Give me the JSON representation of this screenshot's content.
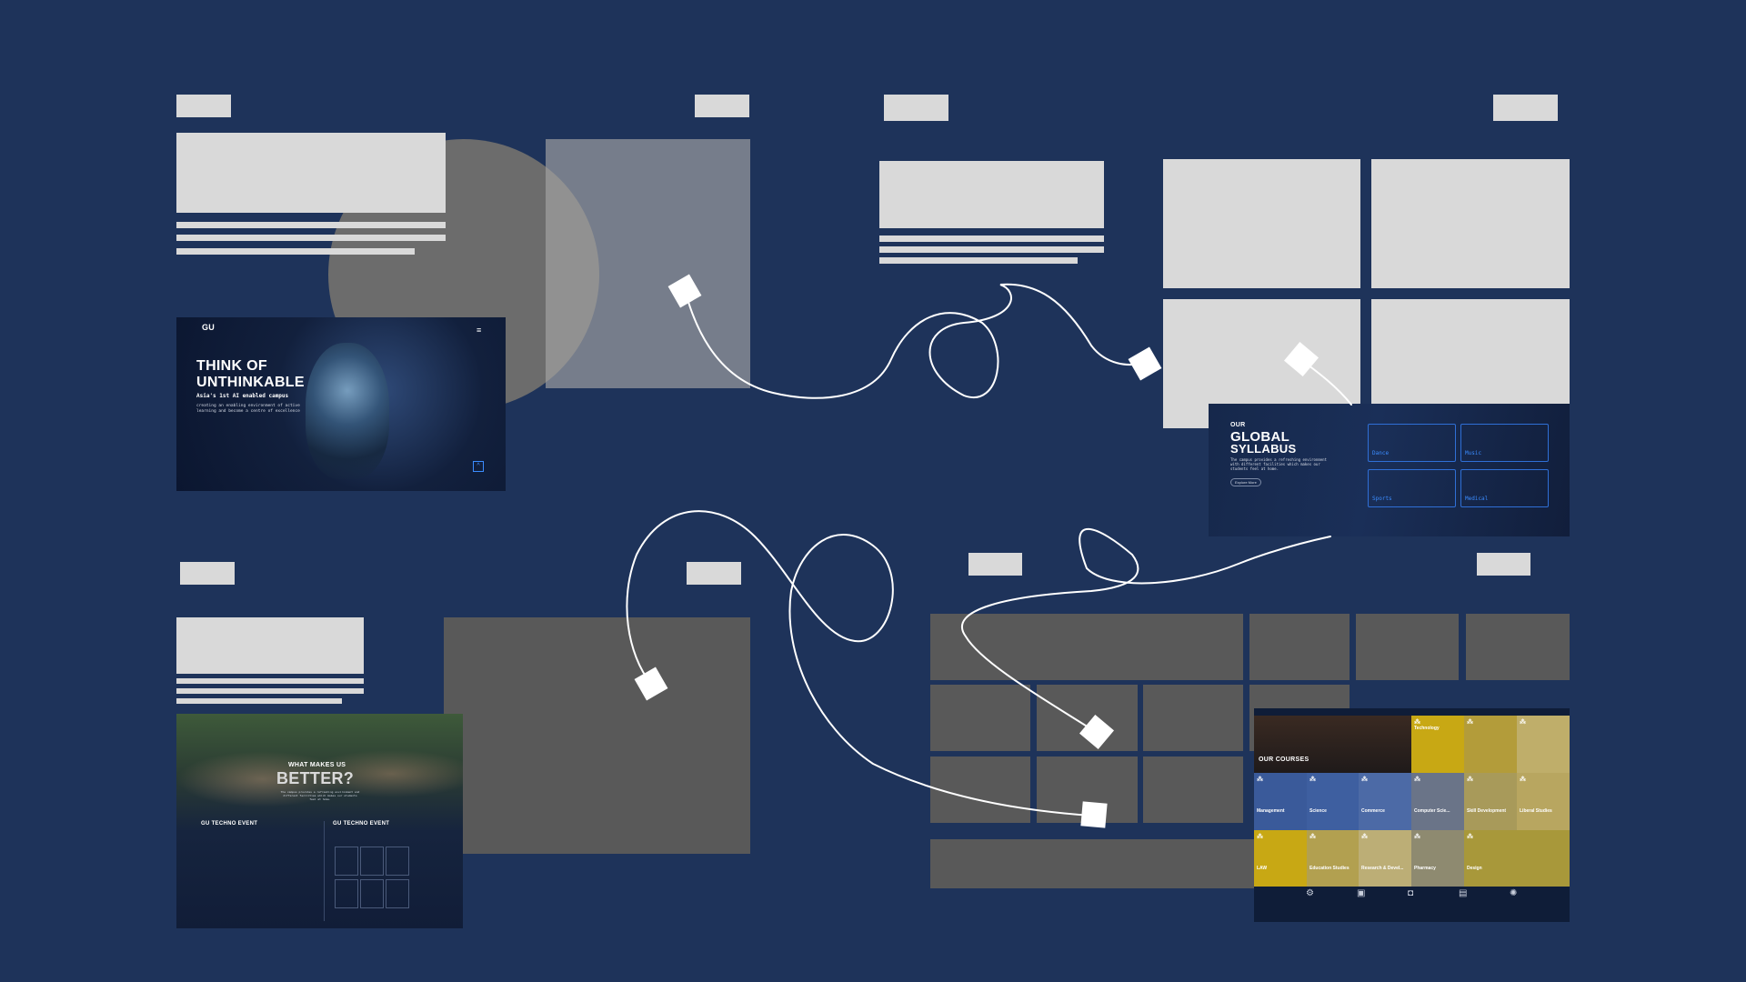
{
  "shot1": {
    "logo": "GU",
    "menu_icon": "menu-icon",
    "headline_line1": "THINK OF",
    "headline_line2": "UNTHINKABLE",
    "tagline": "Asia's 1st AI enabled campus",
    "desc_line1": "creating an enabling environment of active",
    "desc_line2": "learning and become a centre of excellence"
  },
  "shot2": {
    "kicker": "OUR",
    "title_line1": "GLOBAL",
    "title_line2": "SYLLABUS",
    "desc": "The campus provides a refreshing environment with different facilities which makes our students feel at home.",
    "button": "Explore More",
    "cards": [
      "Dance",
      "Music",
      "Sports",
      "Medical"
    ]
  },
  "shot3": {
    "kicker": "WHAT MAKES US",
    "title": "BETTER?",
    "subtitle": "The campus provides a refreshing environment and different facilities which makes our students feel at home.",
    "event_left": "GU TECHNO EVENT",
    "event_right": "GU TECHNO EVENT"
  },
  "shot4": {
    "header": "OUR COURSES",
    "tiles": [
      "Technology",
      "Management",
      "Science",
      "Commerce",
      "Computer Scie...",
      "Skill Development",
      "Liberal Studies",
      "LAW",
      "Education Studies",
      "Research & Devel...",
      "Pharmacy",
      "Design"
    ]
  },
  "colors": {
    "background": "#1e335a",
    "wireframe": "#d9d9d9",
    "block": "#595959",
    "accent_gold": "#c9b56a",
    "accent_blue": "#3b8cff"
  }
}
